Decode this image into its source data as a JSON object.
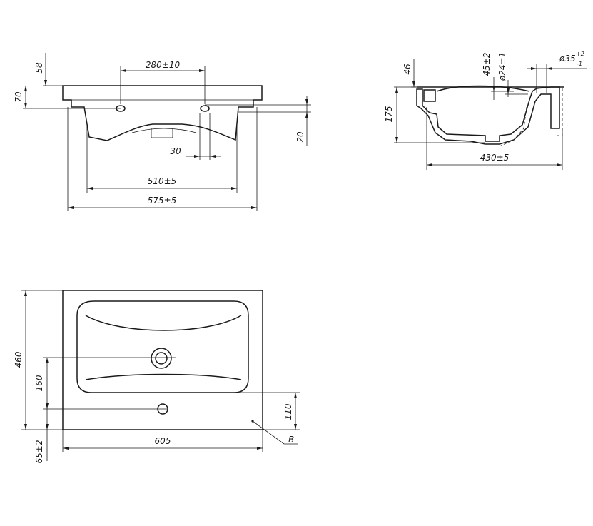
{
  "front_view": {
    "dim_hole_spacing": "280±10",
    "dim_height_58": "58",
    "dim_height_70": "70",
    "dim_20": "20",
    "dim_30": "30",
    "dim_510": "510±5",
    "dim_575": "575±5"
  },
  "side_view": {
    "dim_46": "46",
    "dim_175": "175",
    "dim_45": "45±2",
    "dim_24": "ø24±1",
    "dim_35": "ø35",
    "dim_35_sup": "+2",
    "dim_35_sub": "-1",
    "dim_430": "430±5"
  },
  "top_view": {
    "dim_460": "460",
    "dim_160": "160",
    "dim_110": "110",
    "dim_605": "605",
    "dim_65": "65±2",
    "label_b": "B"
  }
}
